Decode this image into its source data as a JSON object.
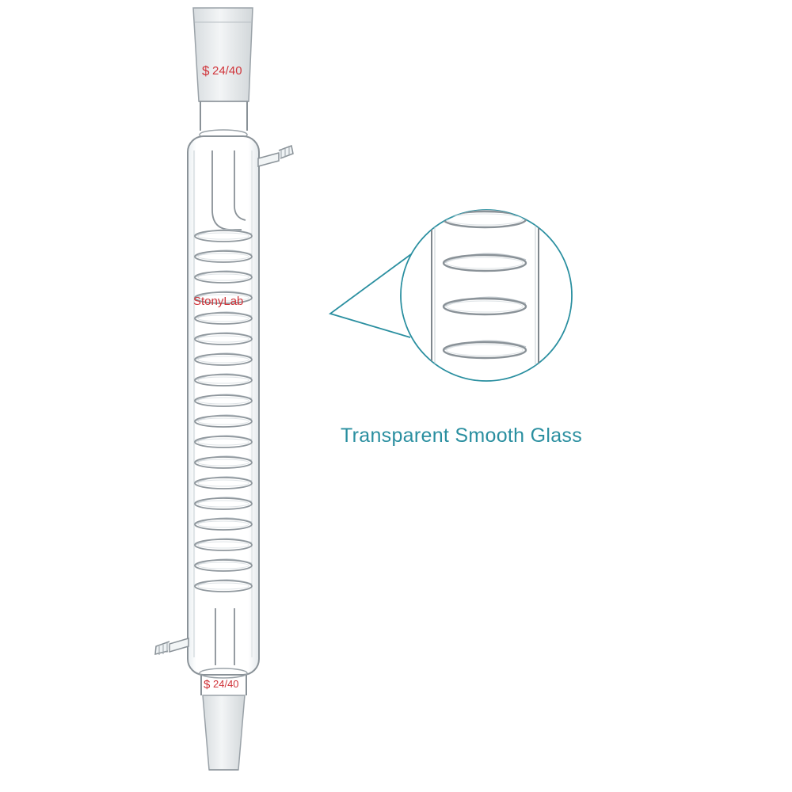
{
  "product": {
    "top_joint_label": "24/40",
    "bottom_joint_label": "24/40",
    "brand_watermark": "StonyLab",
    "joint_symbol": "standard-taper-symbol"
  },
  "callout": {
    "caption": "Transparent Smooth Glass"
  },
  "colors": {
    "caption": "#2a8fa0",
    "callout_ring": "#2a8fa0",
    "label_red": "#d0343a",
    "glass_outline": "#8a9298",
    "ground_joint": "#e6eaec"
  }
}
